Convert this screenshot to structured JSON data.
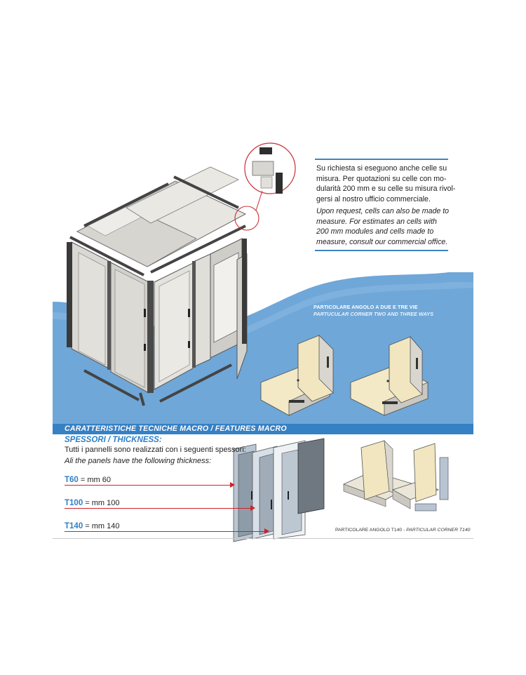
{
  "description_it": {
    "line1": "Su richiesta si eseguono anche celle su",
    "line2": "misura. Per quotazioni su celle con mo-",
    "line3": "dularità 200 mm e su celle su misura rivol-",
    "line4": "gersi al nostro ufficio commerciale."
  },
  "description_en": {
    "line1": "Upon request, cells can also be made to",
    "line2": "measure. For estimates an cells with",
    "line3": "200 mm modules and cells made to",
    "line4": "measure, consult our commercial office."
  },
  "corner_caption": {
    "it": "PARTICOLARE ANGOLO A DUE E TRE VIE",
    "en": "PARTUCULAR CORNER TWO AND THREE WAYS"
  },
  "features_band": {
    "title": "CARATTERISTICHE TECNICHE MACRO / FEATURES MACRO"
  },
  "thickness": {
    "title": "SPESSORI / THICKNESS:",
    "text_it": "Tutti i pannelli sono realizzati con i seguenti spessori:",
    "text_en": "Ali the panels have the following thickness:",
    "rows": [
      {
        "code": "T60",
        "value": " = mm 60"
      },
      {
        "code": "T100",
        "value": " = mm 100"
      },
      {
        "code": "T140",
        "value": " = mm 140"
      }
    ]
  },
  "t140_caption": {
    "it": "PARTICOLARE ANGOLO T140 - ",
    "en": "PARTICULAR CORNER T140"
  },
  "colors": {
    "accent_blue": "#3680c4",
    "wave_blue": "#6fa7d8",
    "arrow_red": "#d0202a"
  }
}
